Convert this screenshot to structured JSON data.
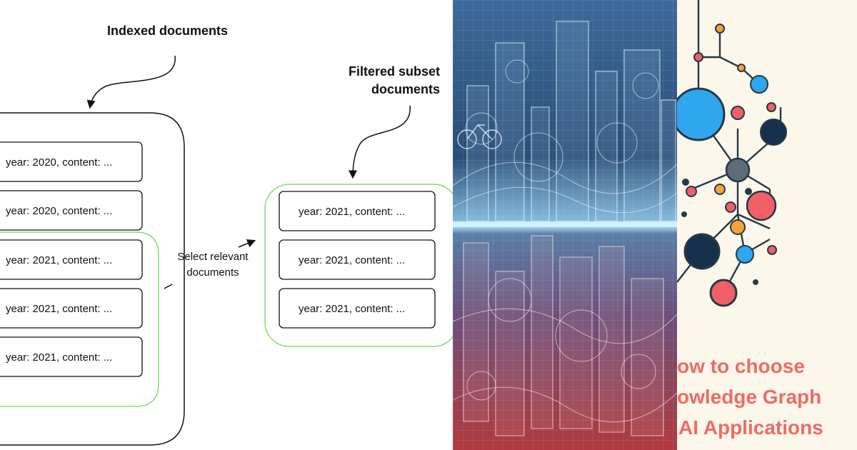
{
  "diagram": {
    "indexed_heading": "Indexed documents",
    "filtered_heading_lines": [
      "Filtered subset",
      "documents"
    ],
    "select_label_lines": [
      "Select relevant",
      "documents"
    ],
    "indexed_docs": [
      {
        "text": "year: 2020, content: ...",
        "selected": false
      },
      {
        "text": "year: 2020, content: ...",
        "selected": false
      },
      {
        "text": "year: 2021, content: ...",
        "selected": true
      },
      {
        "text": "year: 2021, content: ...",
        "selected": true
      },
      {
        "text": "year: 2021, content: ...",
        "selected": true
      }
    ],
    "filtered_docs": [
      {
        "text": "year: 2021, content: ..."
      },
      {
        "text": "year: 2021, content: ..."
      },
      {
        "text": "year: 2021, content: ..."
      }
    ],
    "colors": {
      "selection_outline": "#7ee06a",
      "box_stroke": "#111111"
    }
  },
  "abstract_art": {
    "description_icon": "abstract-city-art",
    "colors": {
      "top": "#3d6a9a",
      "horizon": "#bfe9ff",
      "bottom": "#b03a3e"
    }
  },
  "knowledge_graph_card": {
    "title_lines": [
      "ow to choose",
      "owledge Graph",
      "AI Applications"
    ],
    "colors": {
      "title": "#ee6b64",
      "node_blue": "#2ea7ee",
      "node_navy": "#17314d",
      "node_red": "#f06066",
      "node_orange": "#f2a23a",
      "node_gray": "#5e6b78",
      "edge": "#273845",
      "background": "#fbf7ea"
    }
  }
}
